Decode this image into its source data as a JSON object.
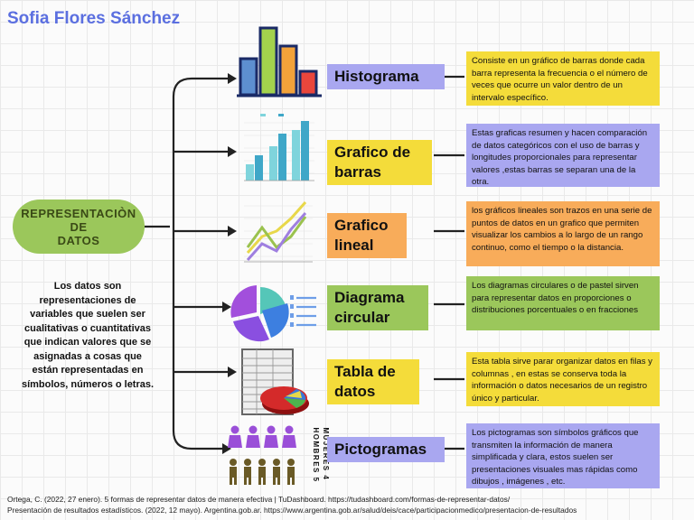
{
  "author": "Sofia Flores Sánchez",
  "center": {
    "title_lines": [
      "REPRESENTACIÒN",
      "DE",
      "DATOS"
    ],
    "description": "Los datos son representaciones de variables que suelen ser cualitativas o cuantitativas que indican valores que se asignadas a cosas que están representadas en símbolos, números o letras."
  },
  "branches": [
    {
      "label": "Histograma",
      "label_color": "#a9a7f0",
      "note_color": "#f4dc3a",
      "note": "  Consiste en un gráfico de barras donde cada barra representa la frecuencia o el número de veces que ocurre un valor dentro de un intervalo específico."
    },
    {
      "label": "Grafico de barras",
      "label_color": "#f4dc3a",
      "note_color": "#a9a7f0",
      "note": "Estas graficas resumen y hacen comparación de datos categóricos con el uso de barras y longitudes proporcionales para representar valores ,estas barras se separan una de la otra."
    },
    {
      "label": "Grafico lineal",
      "label_color": "#f8ac5a",
      "note_color": "#f8ac5a",
      "note": "los gráficos lineales son trazos en una serie de puntos de datos en un grafico que permiten visualizar los cambios a lo largo de un rango continuo, como el tiempo o la distancia."
    },
    {
      "label": "Diagrama circular",
      "label_color": "#9bc75b",
      "note_color": "#9bc75b",
      "note": "Los diagramas circulares o de pastel sirven para representar datos en proporciones o distribuciones porcentuales o en fracciones"
    },
    {
      "label": "Tabla de datos",
      "label_color": "#f4dc3a",
      "note_color": "#f4dc3a",
      "note": "Esta tabla sirve parar organizar datos en filas y columnas , en estas se conserva toda la información o datos necesarios de un registro único y particular."
    },
    {
      "label": "Pictogramas",
      "label_color": "#a9a7f0",
      "note_color": "#a9a7f0",
      "note": "Los pictogramas son símbolos gráficos que transmiten la información de manera simplificada y clara, estos suelen ser presentaciones visuales mas rápidas como dibujos , imágenes , etc."
    }
  ],
  "pictogram_legend": [
    "MUJERES 4",
    "HOMBRES 5"
  ],
  "footer": [
    "Ortega, C. (2022, 27 enero). 5 formas de representar datos de manera efectiva | TuDashboard. https://tudashboard.com/formas-de-representar-datos/",
    "Presentación de resultados estadísticos. (2022, 12 mayo). Argentina.gob.ar. https://www.argentina.gob.ar/salud/deis/cace/participacionmedico/presentacion-de-resultados"
  ],
  "icons": [
    "histogram-icon",
    "bar-chart-icon",
    "line-chart-icon",
    "pie-chart-icon",
    "data-table-icon",
    "pictogram-icon"
  ]
}
